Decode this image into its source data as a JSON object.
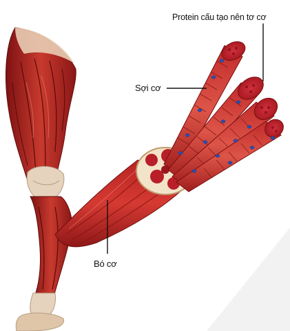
{
  "labels": {
    "protein": "Protein cấu tạo nên tơ cơ",
    "fiber": "Sợi cơ",
    "bundle": "Bó cơ"
  },
  "colors": {
    "muscle_dark": "#9e1b1b",
    "muscle_mid": "#c22a2a",
    "muscle_light": "#e25b50",
    "tendon": "#e6d3bd",
    "nucleus": "#2b4fb0",
    "background_shadow": "#eeeeee"
  }
}
